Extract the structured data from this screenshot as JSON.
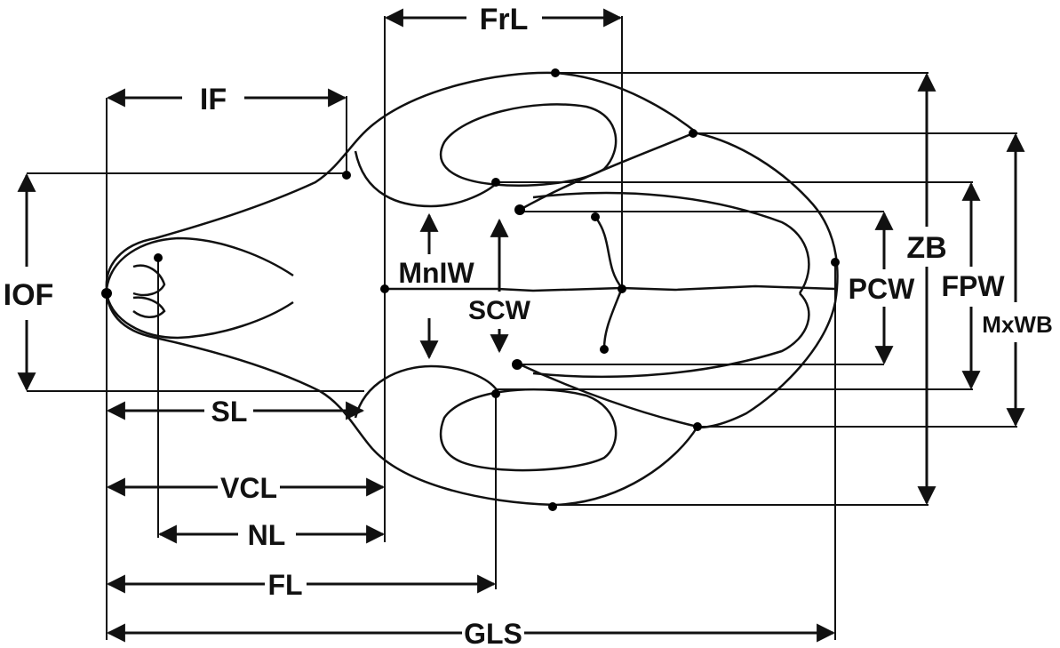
{
  "diagram": {
    "labels": {
      "frl": "FrL",
      "if": "IF",
      "iof": "IOF",
      "mnlw": "MnIW",
      "scw": "SCW",
      "pcw": "PCW",
      "zb": "ZB",
      "fpw": "FPW",
      "mxwb": "MxWB",
      "sl": "SL",
      "vcl": "VCL",
      "nl": "NL",
      "fl": "FL",
      "gls": "GLS"
    }
  }
}
